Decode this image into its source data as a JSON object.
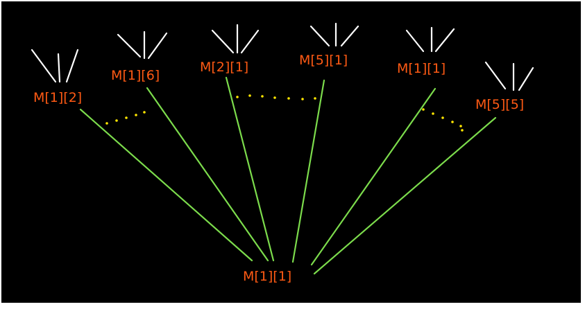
{
  "colors": {
    "background": "#000000",
    "label": "#ff5a14",
    "edge": "#7cdc4c",
    "branch": "#ffffff",
    "ellipsis": "#ffe600"
  },
  "root": {
    "label": "M[1][1]"
  },
  "children": [
    {
      "label": "M[1][2]"
    },
    {
      "label": "M[1][6]"
    },
    {
      "label": "M[2][1]"
    },
    {
      "label": "M[5][1]"
    },
    {
      "label": "M[1][1]"
    },
    {
      "label": "M[5][5]"
    }
  ]
}
